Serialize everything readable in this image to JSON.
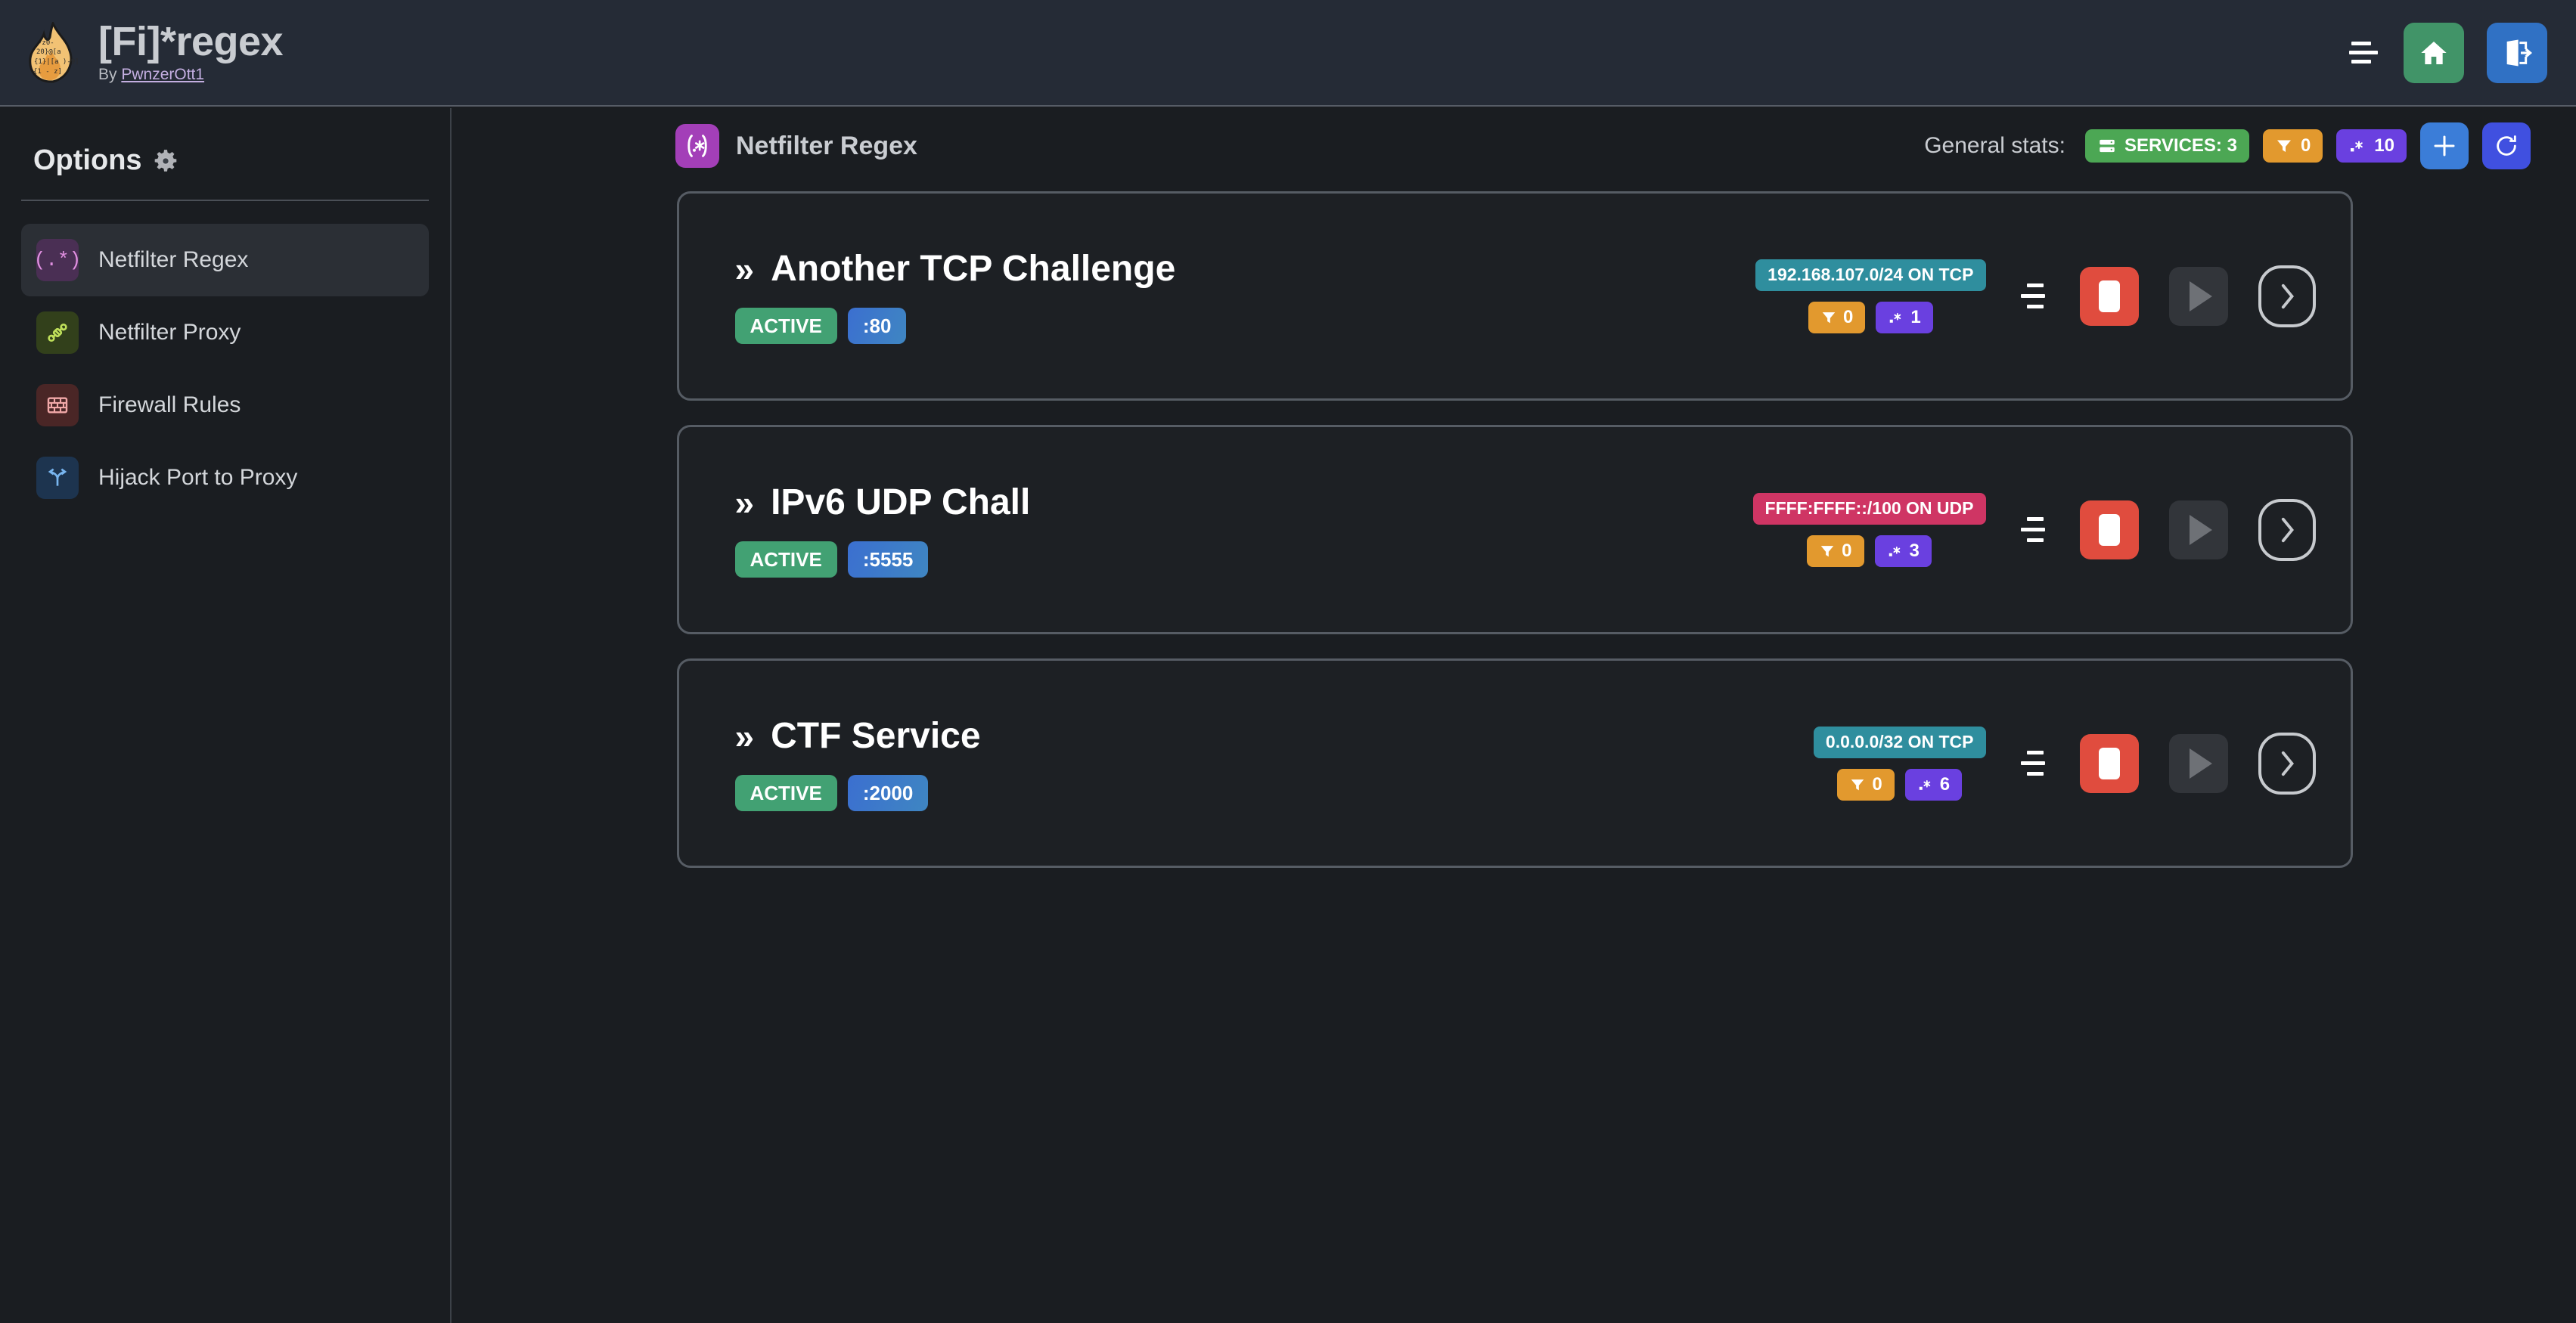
{
  "header": {
    "logo_icon": "flame-regex-logo",
    "title": "[Fi]*regex",
    "by_prefix": "By ",
    "author": "PwnzerOtt1",
    "menu_icon": "hamburger-menu-icon",
    "home_icon": "home-icon",
    "logout_icon": "logout-icon",
    "colors": {
      "home": "#419468",
      "logout": "#3071c4"
    }
  },
  "sidebar": {
    "title": "Options",
    "gear_icon": "gear-icon",
    "items": [
      {
        "label": "Netfilter Regex",
        "icon": "regex-icon",
        "glyph": "(.*)",
        "active": true
      },
      {
        "label": "Netfilter Proxy",
        "icon": "plug-icon",
        "glyph": "",
        "active": false
      },
      {
        "label": "Firewall Rules",
        "icon": "brick-wall-icon",
        "glyph": "",
        "active": false
      },
      {
        "label": "Hijack Port to Proxy",
        "icon": "fork-arrow-icon",
        "glyph": "",
        "active": false
      }
    ]
  },
  "main": {
    "page_icon": "regex-icon",
    "page_icon_glyph": "(.*)",
    "page_title": "Netfilter Regex",
    "stats": {
      "label": "General stats:",
      "services": {
        "icon": "server-icon",
        "text": "SERVICES: 3",
        "color": "#4ca754"
      },
      "filters": {
        "icon": "filter-icon",
        "text": "0",
        "color": "#e2992e"
      },
      "regexes": {
        "icon": "regex-dot-star-icon",
        "text": "10",
        "color": "#6a40e0"
      },
      "add_button": {
        "icon": "plus-icon",
        "color": "#3b7dd8"
      },
      "refresh_button": {
        "icon": "refresh-icon",
        "color": "#4050e0"
      }
    },
    "cards": [
      {
        "chevron": "»",
        "title": "Another TCP Challenge",
        "status": "ACTIVE",
        "port": ":80",
        "network": "192.168.107.0/24 ON TCP",
        "network_color": "#2f8e9e",
        "filter_count": "0",
        "regex_count": "1",
        "drag_icon": "drag-handle-icon",
        "stop_icon": "stop-icon",
        "play_icon": "play-icon",
        "expand_icon": "chevron-right-icon"
      },
      {
        "chevron": "»",
        "title": "IPv6 UDP Chall",
        "status": "ACTIVE",
        "port": ":5555",
        "network": "FFFF:FFFF::/100 ON UDP",
        "network_color": "#cf3564",
        "filter_count": "0",
        "regex_count": "3",
        "drag_icon": "drag-handle-icon",
        "stop_icon": "stop-icon",
        "play_icon": "play-icon",
        "expand_icon": "chevron-right-icon"
      },
      {
        "chevron": "»",
        "title": "CTF Service",
        "status": "ACTIVE",
        "port": ":2000",
        "network": "0.0.0.0/32 ON TCP",
        "network_color": "#2f8e9e",
        "filter_count": "0",
        "regex_count": "6",
        "drag_icon": "drag-handle-icon",
        "stop_icon": "stop-icon",
        "play_icon": "play-icon",
        "expand_icon": "chevron-right-icon"
      }
    ]
  }
}
